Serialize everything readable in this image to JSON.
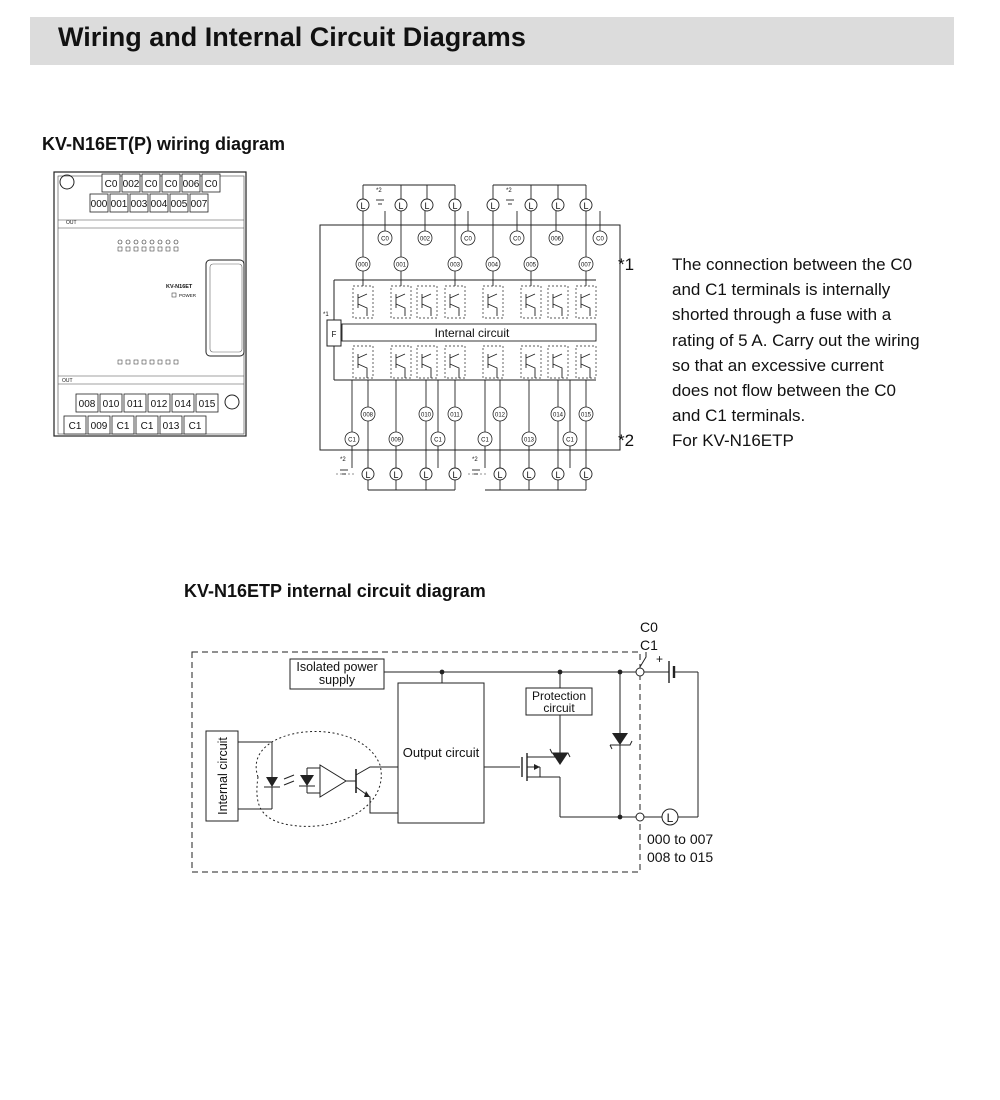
{
  "header": {
    "title": "Wiring and Internal Circuit Diagrams"
  },
  "wiring_section": {
    "title": "KV-N16ET(P) wiring diagram",
    "module": {
      "top_row1": [
        "C0",
        "002",
        "C0",
        "C0",
        "006",
        "C0"
      ],
      "top_row2": [
        "000",
        "001",
        "003",
        "004",
        "005",
        "007"
      ],
      "bottom_row1": [
        "008",
        "010",
        "011",
        "012",
        "014",
        "015"
      ],
      "bottom_row2": [
        "C1",
        "009",
        "C1",
        "C1",
        "013",
        "C1"
      ],
      "model": "KV-N16ET",
      "power": "POWER",
      "out": "OUT"
    },
    "diagram": {
      "internal_circuit": "Internal circuit",
      "fuse": "F",
      "fuse_mark": "*1",
      "dc_mark": "*2",
      "load": "L",
      "top_common": [
        "C0",
        "002",
        "C0",
        "C0",
        "006",
        "C0"
      ],
      "top_outputs": [
        "000",
        "001",
        "003",
        "004",
        "005",
        "007"
      ],
      "bottom_outputs": [
        "008",
        "010",
        "011",
        "012",
        "014",
        "015"
      ],
      "bottom_common": [
        "C1",
        "009",
        "C1",
        "C1",
        "013",
        "C1"
      ]
    }
  },
  "notes": [
    {
      "mark": "*1",
      "text": "The connection between the C0 and C1 terminals is internally shorted through a fuse with a rating of 5 A. Carry out the wiring so that an excessive current does not flow between the C0 and C1 terminals."
    },
    {
      "mark": "*2",
      "text": "For KV-N16ETP"
    }
  ],
  "internal_section": {
    "title": "KV-N16ETP internal circuit diagram",
    "labels": {
      "c0": "C0",
      "c1": "C1",
      "isolated_power_supply": [
        "Isolated power",
        "supply"
      ],
      "output_circuit": "Output circuit",
      "protection_circuit": [
        "Protection",
        "circuit"
      ],
      "internal_circuit": "Internal circuit",
      "load": "L",
      "plus": "+",
      "range1": "000 to 007",
      "range2": "008 to 015"
    }
  }
}
